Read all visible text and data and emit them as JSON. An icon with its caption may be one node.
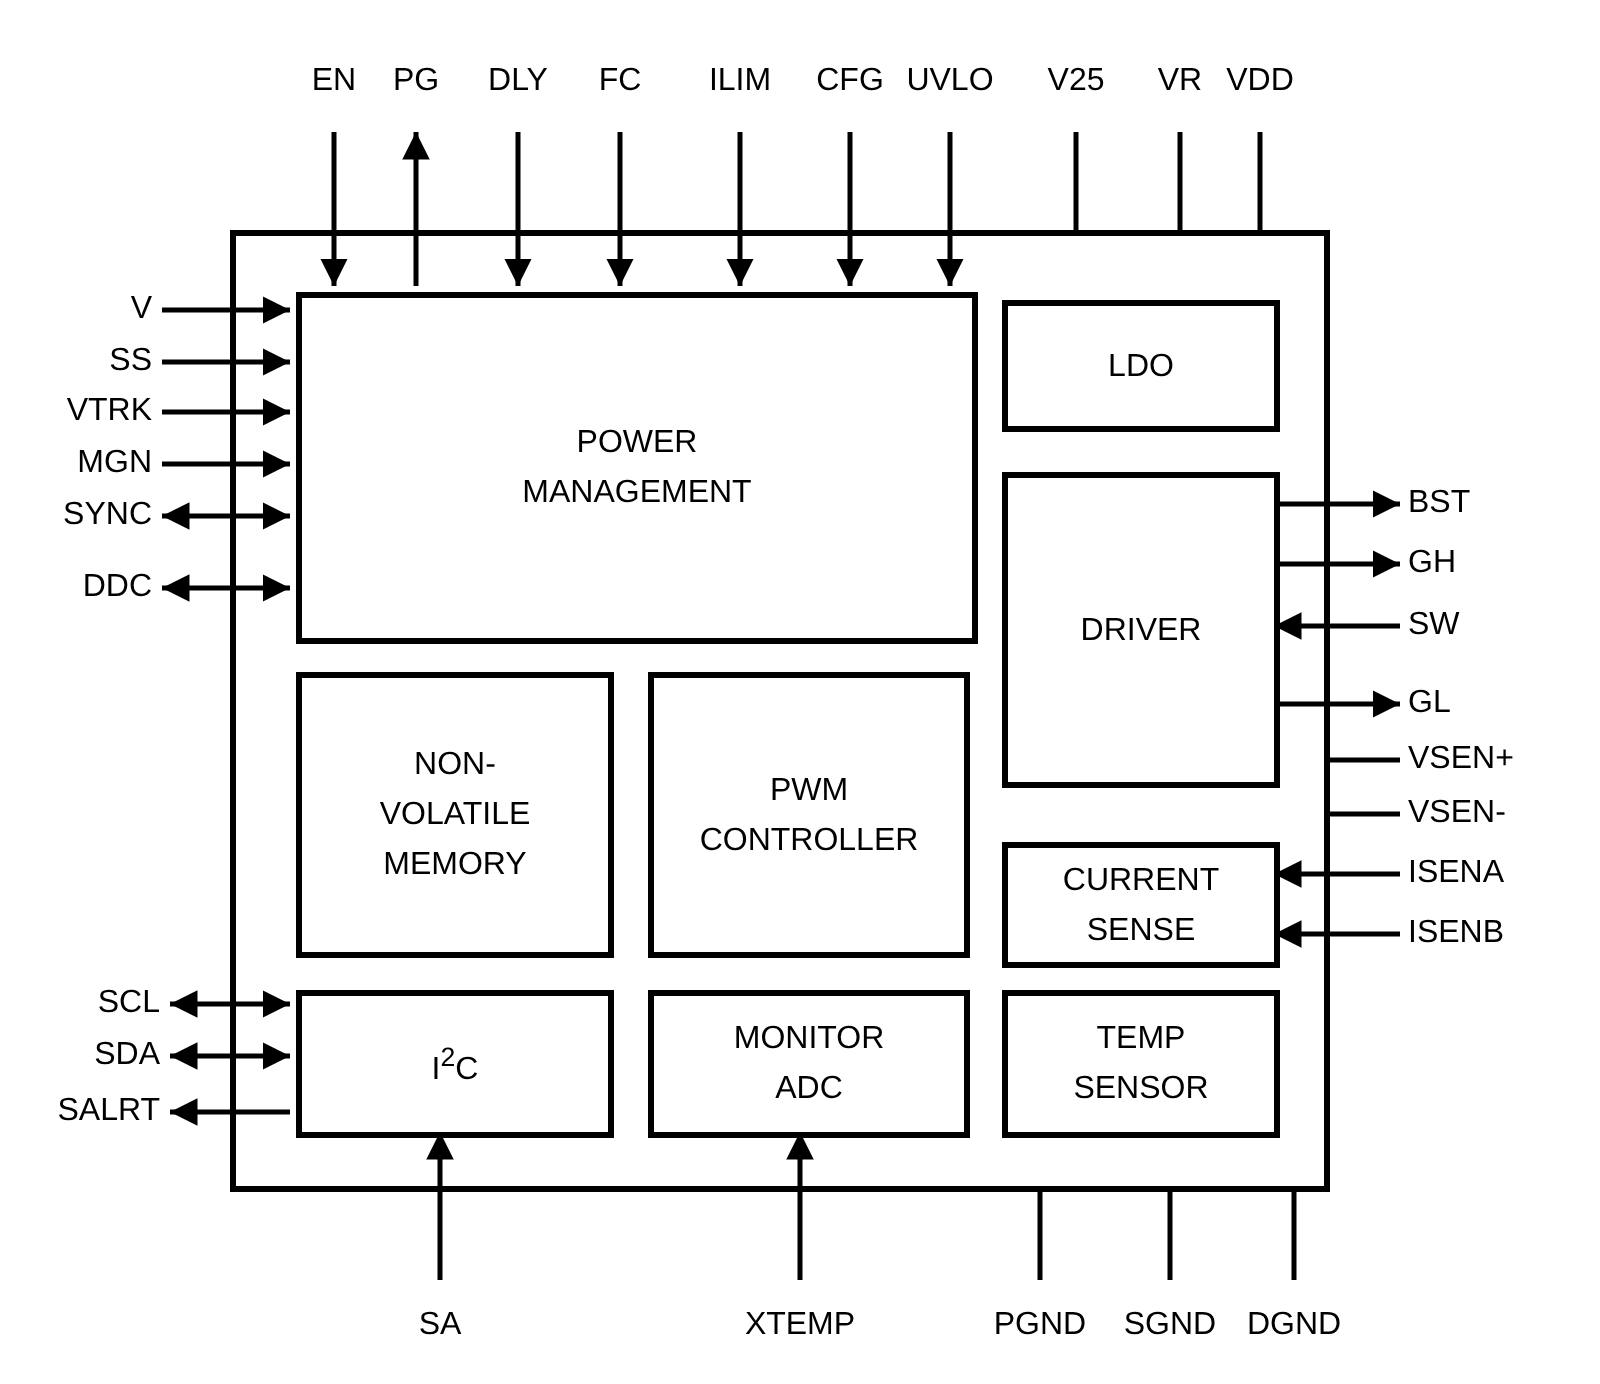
{
  "diagram": {
    "nodes": [
      {
        "text": [],
        "shape": "box"
      },
      {
        "text": [
          "POWER MANAGEMENT"
        ],
        "in": 0
      },
      {
        "text": [
          "LDO"
        ],
        "in": 0
      },
      {
        "text": [
          "DRIVER"
        ],
        "in": 0
      },
      {
        "text": [
          "NON-VOLATILE MEMORY"
        ],
        "in": 0
      },
      {
        "text": [
          "PWM CONTROLLER"
        ],
        "in": 0
      },
      {
        "text": [
          "CURRENT SENSE"
        ],
        "in": 0
      },
      {
        "text": [
          "I$^{2}$C"
        ],
        "in": 0
      },
      {
        "text": [
          "MONITOR ADC"
        ],
        "in": 0
      },
      {
        "text": [
          "TEMP SENSOR"
        ],
        "in": 0
      },
      {
        "text": [
          "EN"
        ]
      },
      {
        "text": [
          "PG"
        ]
      },
      {
        "text": [
          "DLY"
        ]
      },
      {
        "text": [
          "FC"
        ]
      },
      {
        "text": [
          "ILIM"
        ]
      },
      {
        "text": [
          "CFG"
        ]
      },
      {
        "text": [
          "UVLO"
        ]
      },
      {
        "text": [
          "V25"
        ]
      },
      {
        "text": [
          "VR"
        ]
      },
      {
        "text": [
          "VDD"
        ]
      },
      {
        "text": [
          "V"
        ]
      },
      {
        "text": [
          "SS"
        ]
      },
      {
        "text": [
          "VTRK"
        ]
      },
      {
        "text": [
          "MGN"
        ]
      },
      {
        "text": [
          "SYNC"
        ]
      },
      {
        "text": [
          "DDC"
        ]
      },
      {
        "text": [
          "BST"
        ]
      },
      {
        "text": [
          "GH"
        ]
      },
      {
        "text": [
          "SW"
        ]
      },
      {
        "text": [
          "GL"
        ]
      },
      {
        "text": [
          "VSEN+"
        ]
      },
      {
        "text": [
          "VSEN-"
        ]
      },
      {
        "text": [
          "ISENA"
        ]
      },
      {
        "text": [
          "ISENB"
        ]
      },
      {
        "text": [
          "SCL"
        ]
      },
      {
        "text": [
          "SDA"
        ]
      },
      {
        "text": [
          "SALRT"
        ]
      },
      {
        "text": [
          "SA"
        ]
      },
      {
        "text": [
          "XTEMP"
        ]
      },
      {
        "text": [
          "PGND"
        ]
      },
      {
        "text": [
          "SGND"
        ]
      },
      {
        "text": [
          "DGND"
        ]
      }
    ],
    "edges": [
      {
        "from": 10,
        "to": 1,
        "arrow": "to"
      },
      {
        "from": 1,
        "to": 11,
        "arrow": "to"
      },
      {
        "from": 12,
        "to": 1,
        "arrow": "to"
      },
      {
        "from": 13,
        "to": 1,
        "arrow": "to"
      },
      {
        "from": 14,
        "to": 1,
        "arrow": "to"
      },
      {
        "from": 15,
        "to": 1,
        "arrow": "to"
      },
      {
        "from": 16,
        "to": 1,
        "arrow": "to"
      },
      {
        "from": 17,
        "to": 0,
        "arrow": "none"
      },
      {
        "from": 18,
        "to": 0,
        "arrow": "none"
      },
      {
        "from": 19,
        "to": 0,
        "arrow": "none"
      },
      {
        "from": 20,
        "to": 1,
        "arrow": "to"
      },
      {
        "from": 21,
        "to": 1,
        "arrow": "to"
      },
      {
        "from": 22,
        "to": 1,
        "arrow": "to"
      },
      {
        "from": 23,
        "to": 1,
        "arrow": "to"
      },
      {
        "from": 24,
        "to": 1,
        "arrow": "both"
      },
      {
        "from": 25,
        "to": 1,
        "arrow": "both"
      },
      {
        "from": 3,
        "to": 26,
        "arrow": "to"
      },
      {
        "from": 3,
        "to": 27,
        "arrow": "to"
      },
      {
        "from": 28,
        "to": 3,
        "arrow": "to"
      },
      {
        "from": 3,
        "to": 29,
        "arrow": "to"
      },
      {
        "from": 30,
        "to": 0,
        "arrow": "none"
      },
      {
        "from": 31,
        "to": 0,
        "arrow": "none"
      },
      {
        "from": 32,
        "to": 6,
        "arrow": "to"
      },
      {
        "from": 33,
        "to": 6,
        "arrow": "to"
      },
      {
        "from": 34,
        "to": 7,
        "arrow": "both"
      },
      {
        "from": 35,
        "to": 7,
        "arrow": "both"
      },
      {
        "from": 7,
        "to": 36,
        "arrow": "to"
      },
      {
        "from": 37,
        "to": 7,
        "arrow": "to"
      },
      {
        "from": 38,
        "to": 8,
        "arrow": "to"
      },
      {
        "from": 39,
        "to": 0,
        "arrow": "none"
      },
      {
        "from": 40,
        "to": 0,
        "arrow": "none"
      },
      {
        "from": 41,
        "to": 0,
        "arrow": "none"
      }
    ]
  }
}
